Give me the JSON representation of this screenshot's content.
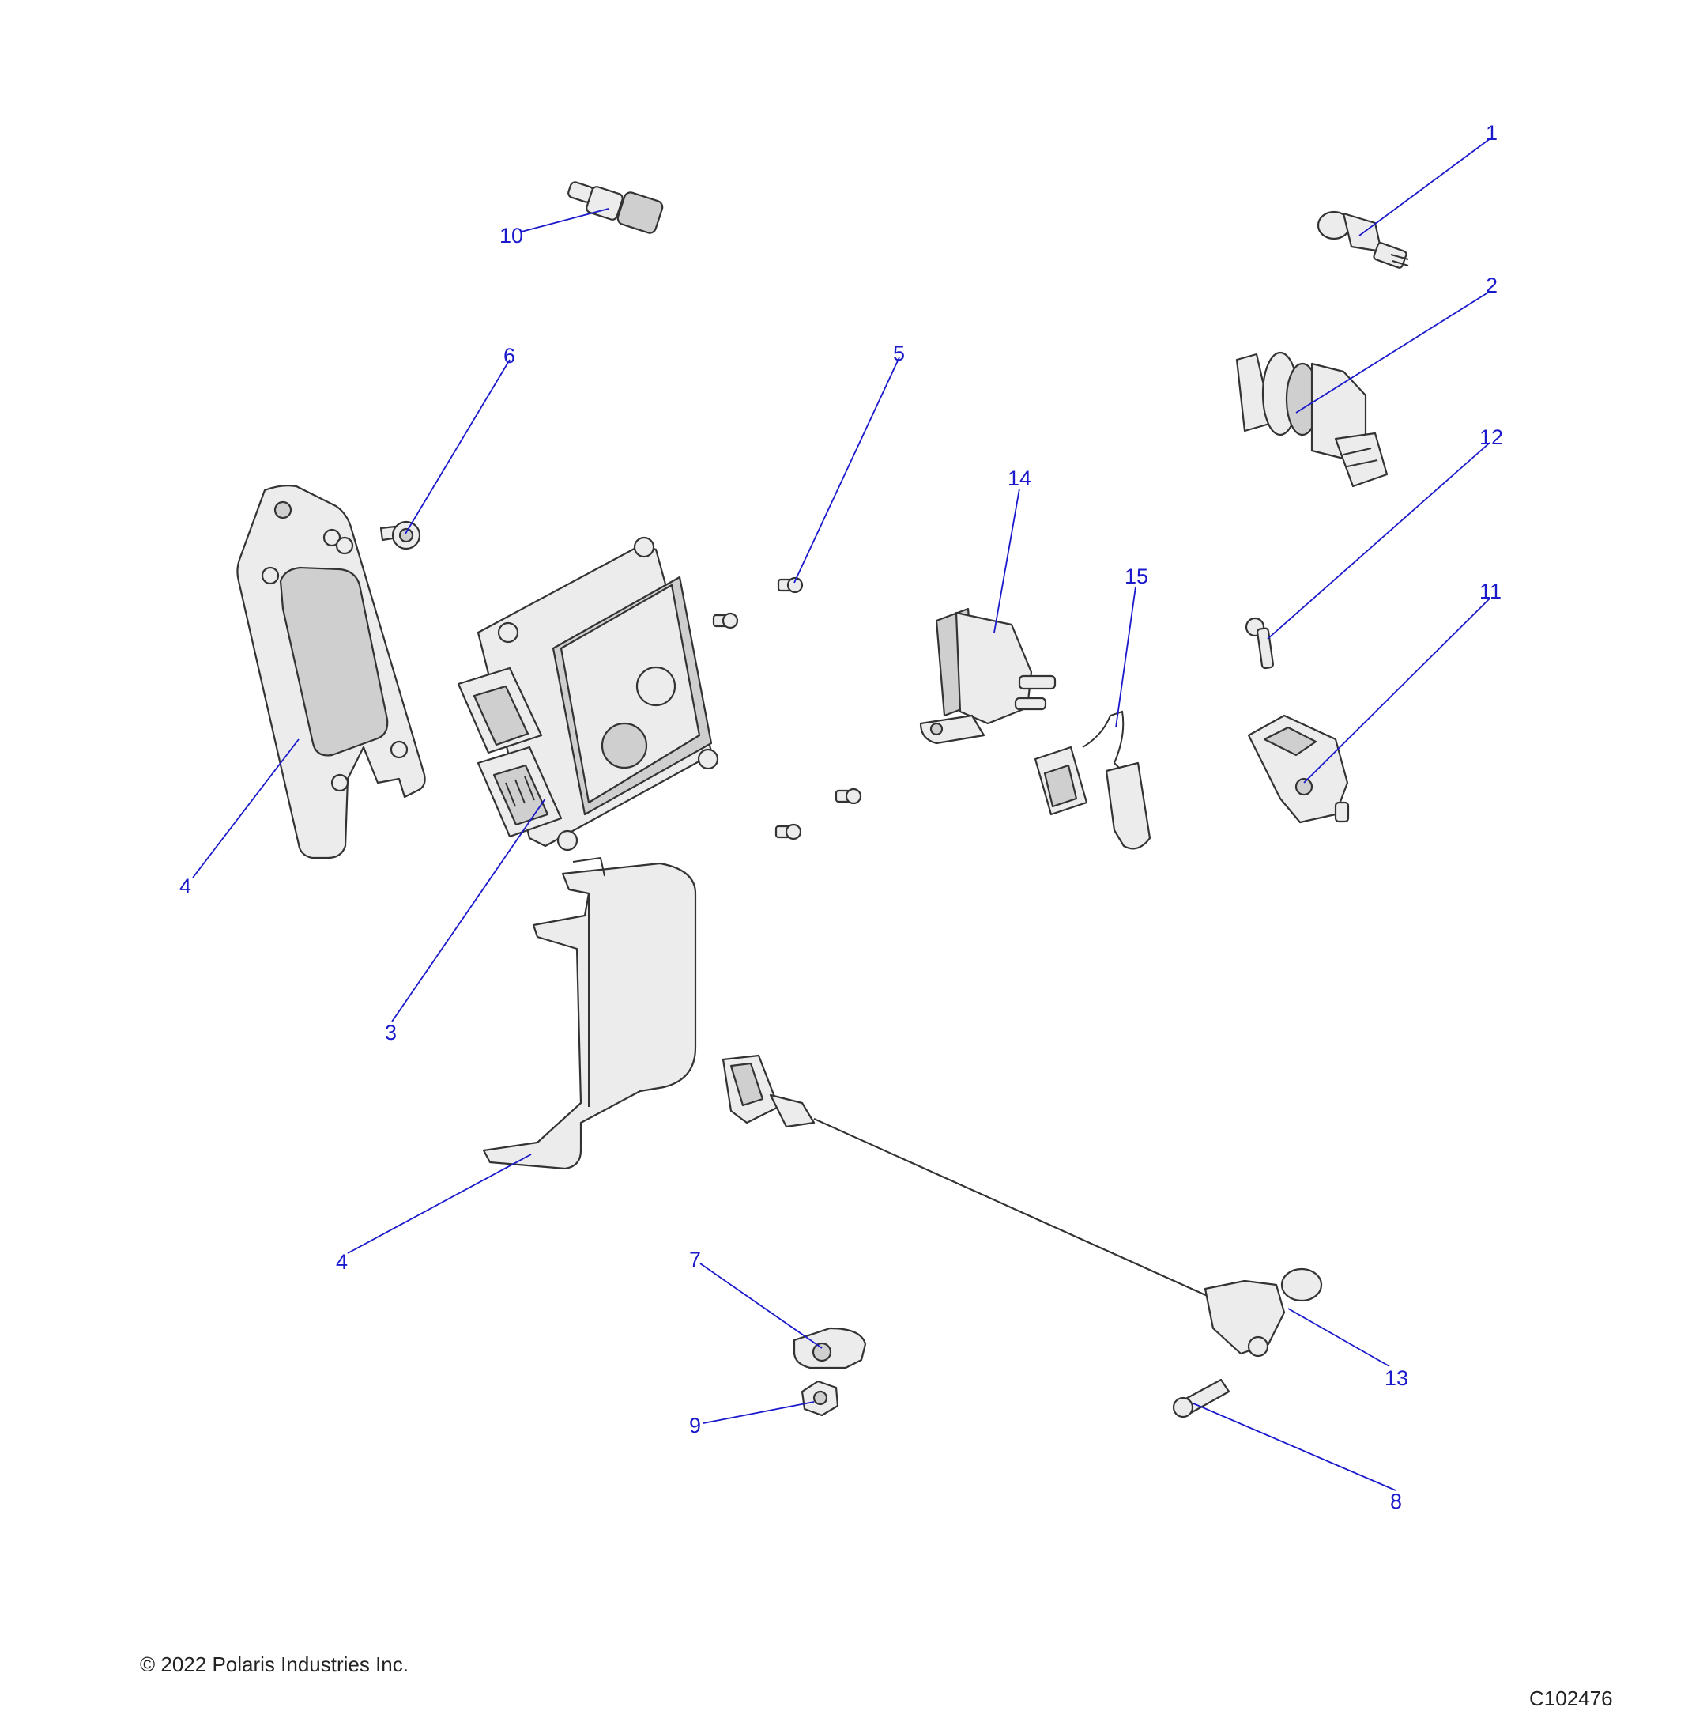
{
  "callouts": [
    {
      "label": "1"
    },
    {
      "label": "2"
    },
    {
      "label": "3"
    },
    {
      "label": "4"
    },
    {
      "label": "4"
    },
    {
      "label": "5"
    },
    {
      "label": "6"
    },
    {
      "label": "7"
    },
    {
      "label": "8"
    },
    {
      "label": "9"
    },
    {
      "label": "10"
    },
    {
      "label": "11"
    },
    {
      "label": "12"
    },
    {
      "label": "13"
    },
    {
      "label": "14"
    },
    {
      "label": "15"
    }
  ],
  "footer": {
    "copyright": "© 2022 Polaris Industries Inc.",
    "figure_id": "C102476"
  },
  "colors": {
    "callout": "#1a1acc",
    "outline": "#333333",
    "part_fill": "#ececec"
  }
}
